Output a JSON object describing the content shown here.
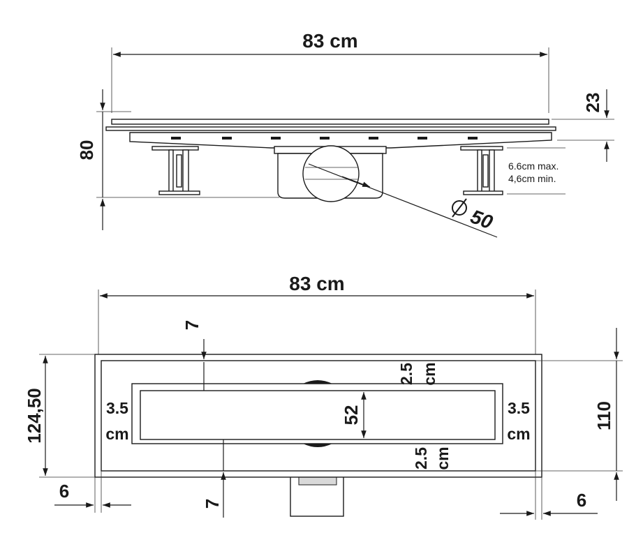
{
  "side_view": {
    "length_label": "83 cm",
    "height_label": "80",
    "grate_thickness_label": "23",
    "leg_max_label": "6.6cm max.",
    "leg_min_label": "4,6cm min.",
    "outlet_label": "50"
  },
  "top_view": {
    "length_label": "83 cm",
    "outer_height_label": "124,50",
    "inner_height_label": "110",
    "gap_top_label": "7",
    "gap_bottom_label": "7",
    "slot_height_label": "52",
    "left_margin_value": "3.5",
    "left_margin_unit": "cm",
    "right_margin_value": "3.5",
    "right_margin_unit": "cm",
    "top_offset_value": "2.5",
    "top_offset_unit": "cm",
    "bottom_offset_value": "2.5",
    "bottom_offset_unit": "cm",
    "left_edge_label": "6",
    "right_edge_label": "6"
  }
}
